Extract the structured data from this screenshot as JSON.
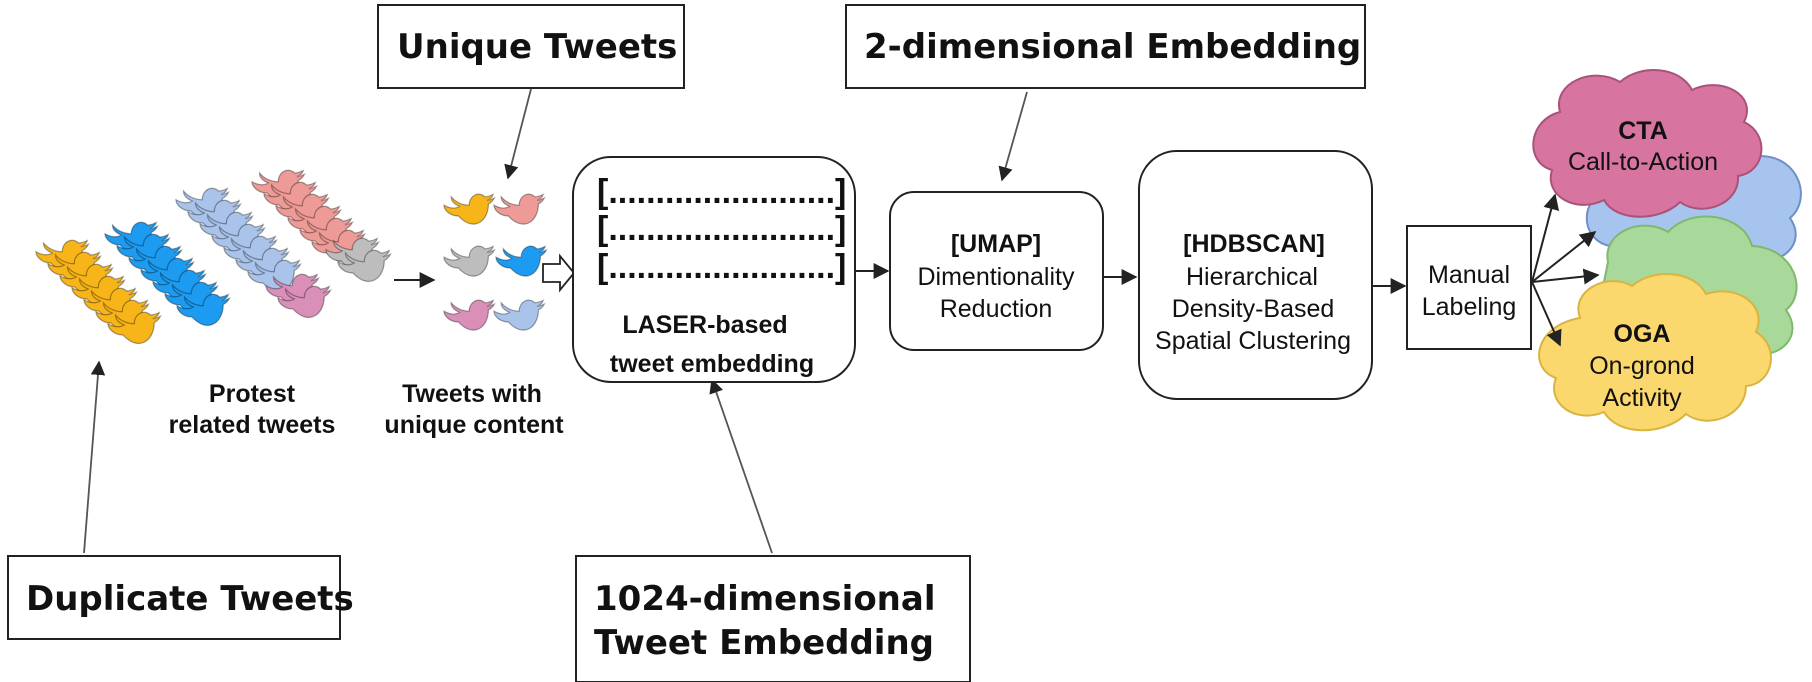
{
  "callouts": {
    "unique_tweets": "Unique Tweets",
    "two_dim_embedding": "2-dimensional Embedding",
    "duplicate_tweets": "Duplicate Tweets",
    "embedding_1024_line1": "1024-dimensional",
    "embedding_1024_line2": "Tweet Embedding"
  },
  "stages": {
    "protest_line1": "Protest",
    "protest_line2": "related tweets",
    "unique_line1": "Tweets with",
    "unique_line2": "unique content",
    "laser_vector_row": "[........................]",
    "laser_line1": "LASER-based",
    "laser_line2": "tweet embedding",
    "umap_title": "[UMAP]",
    "umap_line1": "Dimentionality",
    "umap_line2": "Reduction",
    "hdbscan_title": "[HDBSCAN]",
    "hdbscan_line1": "Hierarchical",
    "hdbscan_line2": "Density-Based",
    "hdbscan_line3": "Spatial Clustering",
    "manual_line1": "Manual",
    "manual_line2": "Labeling"
  },
  "outputs": {
    "cta_title": "CTA",
    "cta_subtitle": "Call-to-Action",
    "oga_title": "OGA",
    "oga_line1": "On-grond",
    "oga_line2": "Activity"
  },
  "colors": {
    "yellow": "#F7B51A",
    "blue": "#1D9BF0",
    "light_blue": "#A9C3EA",
    "salmon": "#EE9A96",
    "gray": "#BDBDBD",
    "pink": "#D98FB8",
    "cta_cloud": "#D775A0",
    "oga_cloud": "#FAD86E",
    "cloud_blue": "#A7C4EE",
    "cloud_green": "#A9D99A"
  }
}
